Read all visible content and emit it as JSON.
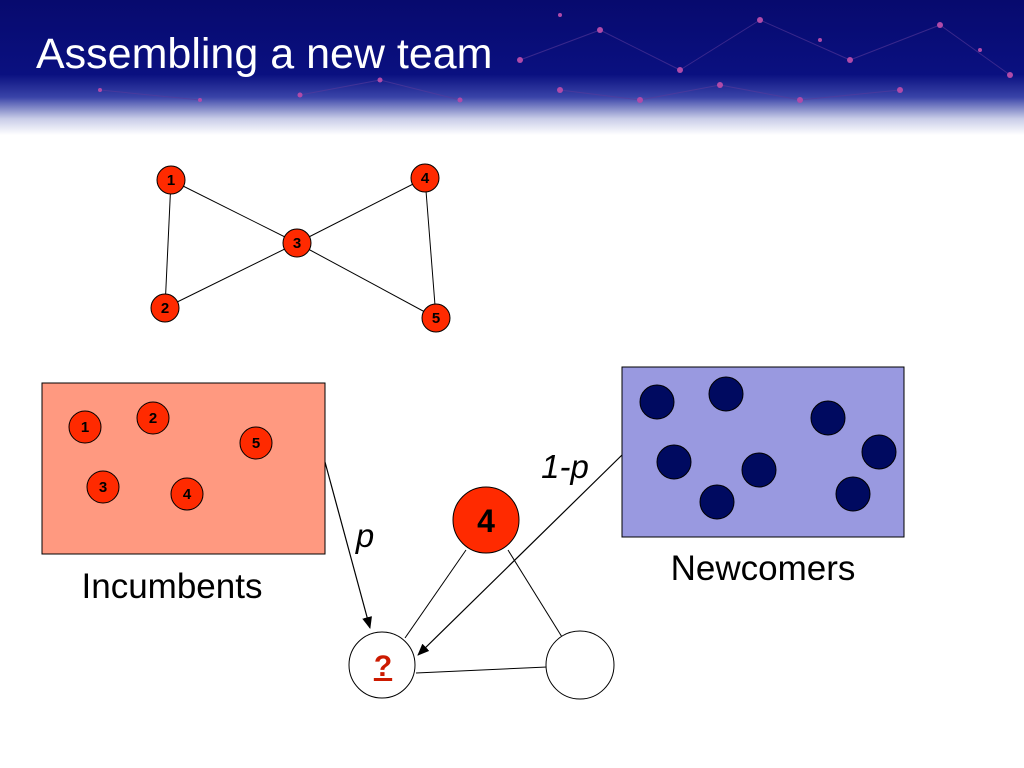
{
  "slide": {
    "title": "Assembling a new team"
  },
  "network": {
    "nodes": [
      "1",
      "2",
      "3",
      "4",
      "5"
    ]
  },
  "incumbents": {
    "label": "Incumbents",
    "nodes": [
      "1",
      "2",
      "5",
      "3",
      "4"
    ]
  },
  "newcomers": {
    "label": "Newcomers"
  },
  "team": {
    "selected_node": "4",
    "unknown_node": "?"
  },
  "arrows": {
    "incumbent_prob": "p",
    "newcomer_prob": "1-p"
  },
  "colors": {
    "header_blue": "#0a1080",
    "incumbent_node": "#ff2a00",
    "incumbent_box": "#ff9980",
    "newcomer_box": "#9999e0",
    "newcomer_node": "#000a60"
  }
}
